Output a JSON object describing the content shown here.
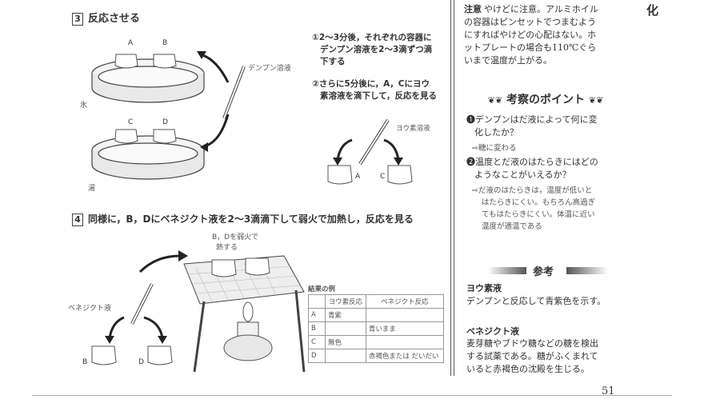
{
  "step3": {
    "num": "3",
    "title": "反応させる"
  },
  "labels3": {
    "a": "A",
    "b": "B",
    "c": "C",
    "d": "D",
    "starch": "デンプン溶液",
    "ice": "氷",
    "hot": "湯",
    "iodine": "ヨウ素溶液",
    "a2": "A",
    "c2": "C"
  },
  "steps3": [
    "①2〜3分後，それぞれの容器に",
    "デンプン溶液を2〜3滴ずつ滴",
    "下する",
    "②さらに5分後に，A，Cにヨウ",
    "素溶液を滴下して，反応を見る"
  ],
  "step4": {
    "num": "4",
    "title": "同様に，B，Dにベネジクト液を2〜3滴滴下して弱火で加熱し，反応を見る"
  },
  "labels4": {
    "heat1": "B，Dを弱火で",
    "heat2": "熱する",
    "benedict": "ベネジクト液",
    "b": "B",
    "d": "D"
  },
  "results": {
    "caption": "結果の例",
    "headers": [
      "",
      "ヨウ素反応",
      "ベネジクト反応"
    ],
    "rows": [
      [
        "A",
        "青紫",
        ""
      ],
      [
        "B",
        "",
        "青いまま"
      ],
      [
        "C",
        "無色",
        ""
      ],
      [
        "D",
        "",
        "赤褐色または だいだい"
      ]
    ]
  },
  "side": {
    "corner": "化",
    "note_label": "注意",
    "note_lines": [
      "やけどに注意。アルミホイル",
      "の容器はピンセットでつまむよう",
      "にすればやけどの心配はない。ホ",
      "ットプレートの場合も110℃ぐら",
      "いまで温度が上がる。"
    ],
    "kp_title": "考察のポイント",
    "q1": [
      "❶デンプンはだ液によって何に変",
      "化したか？"
    ],
    "a1": "⇨糖に変わる",
    "q2": [
      "❷温度とだ液のはたらきにはどの",
      "ようなことがいえるか？"
    ],
    "a2": [
      "⇨だ液のはたらきは，温度が低いと",
      "はたらきにくい。もちろん高過ぎ",
      "てもはたらきにくい。体温に近い",
      "温度が適温である"
    ],
    "ref_title": "参考",
    "ref1_h": "ヨウ素液",
    "ref1_t": [
      "デンプンと反応して青紫色を示す。"
    ],
    "ref2_h": "ベネジクト液",
    "ref2_t": [
      "麦芽糖やブドウ糖などの糖を検出",
      "する試薬である。糖がふくまれて",
      "いると赤褐色の沈殿を生じる。"
    ],
    "page": "51"
  }
}
